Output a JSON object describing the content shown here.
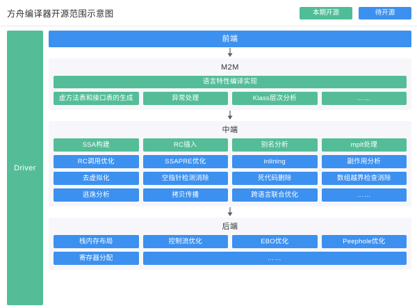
{
  "header": {
    "title": "方舟编译器开源范围示意图",
    "legend": [
      {
        "label": "本期开源",
        "color": "#4fbd95",
        "style": "green"
      },
      {
        "label": "待开源",
        "color": "#3c90ef",
        "style": "blue"
      }
    ]
  },
  "driver": {
    "label": "Driver",
    "color": "#54bd98"
  },
  "frontend": {
    "label": "前端",
    "color": "#3c90ef"
  },
  "m2m": {
    "title": "M2M",
    "full_bar": "语言特性编译实现",
    "items": [
      {
        "label": "虚方法表和接口表的生成",
        "style": "green"
      },
      {
        "label": "异常处理",
        "style": "green"
      },
      {
        "label": "Klass层次分析",
        "style": "green"
      },
      {
        "label": "……",
        "style": "green"
      }
    ]
  },
  "middle": {
    "title": "中端",
    "items": [
      {
        "label": "SSA构建",
        "style": "green"
      },
      {
        "label": "RC插入",
        "style": "green"
      },
      {
        "label": "别名分析",
        "style": "green"
      },
      {
        "label": "mplt处理",
        "style": "green"
      },
      {
        "label": "RC调用优化",
        "style": "blue"
      },
      {
        "label": "SSAPRE优化",
        "style": "blue"
      },
      {
        "label": "inlining",
        "style": "blue"
      },
      {
        "label": "副作用分析",
        "style": "blue"
      },
      {
        "label": "去虚拟化",
        "style": "blue"
      },
      {
        "label": "空指针检测消除",
        "style": "blue"
      },
      {
        "label": "死代码删除",
        "style": "blue"
      },
      {
        "label": "数组越界检查消除",
        "style": "blue"
      },
      {
        "label": "逃逸分析",
        "style": "blue"
      },
      {
        "label": "拷贝传播",
        "style": "blue"
      },
      {
        "label": "跨语言联合优化",
        "style": "blue"
      },
      {
        "label": "……",
        "style": "blue"
      }
    ]
  },
  "backend": {
    "title": "后端",
    "items": [
      {
        "label": "栈内存布局",
        "style": "blue",
        "span": 1
      },
      {
        "label": "控制流优化",
        "style": "blue",
        "span": 1
      },
      {
        "label": "EBO优化",
        "style": "blue",
        "span": 1
      },
      {
        "label": "Peephole优化",
        "style": "blue",
        "span": 1
      },
      {
        "label": "寄存器分配",
        "style": "blue",
        "span": 1
      },
      {
        "label": "……",
        "style": "blue",
        "span": 3
      }
    ]
  },
  "arrows": {
    "icon": "arrow-down-icon"
  }
}
